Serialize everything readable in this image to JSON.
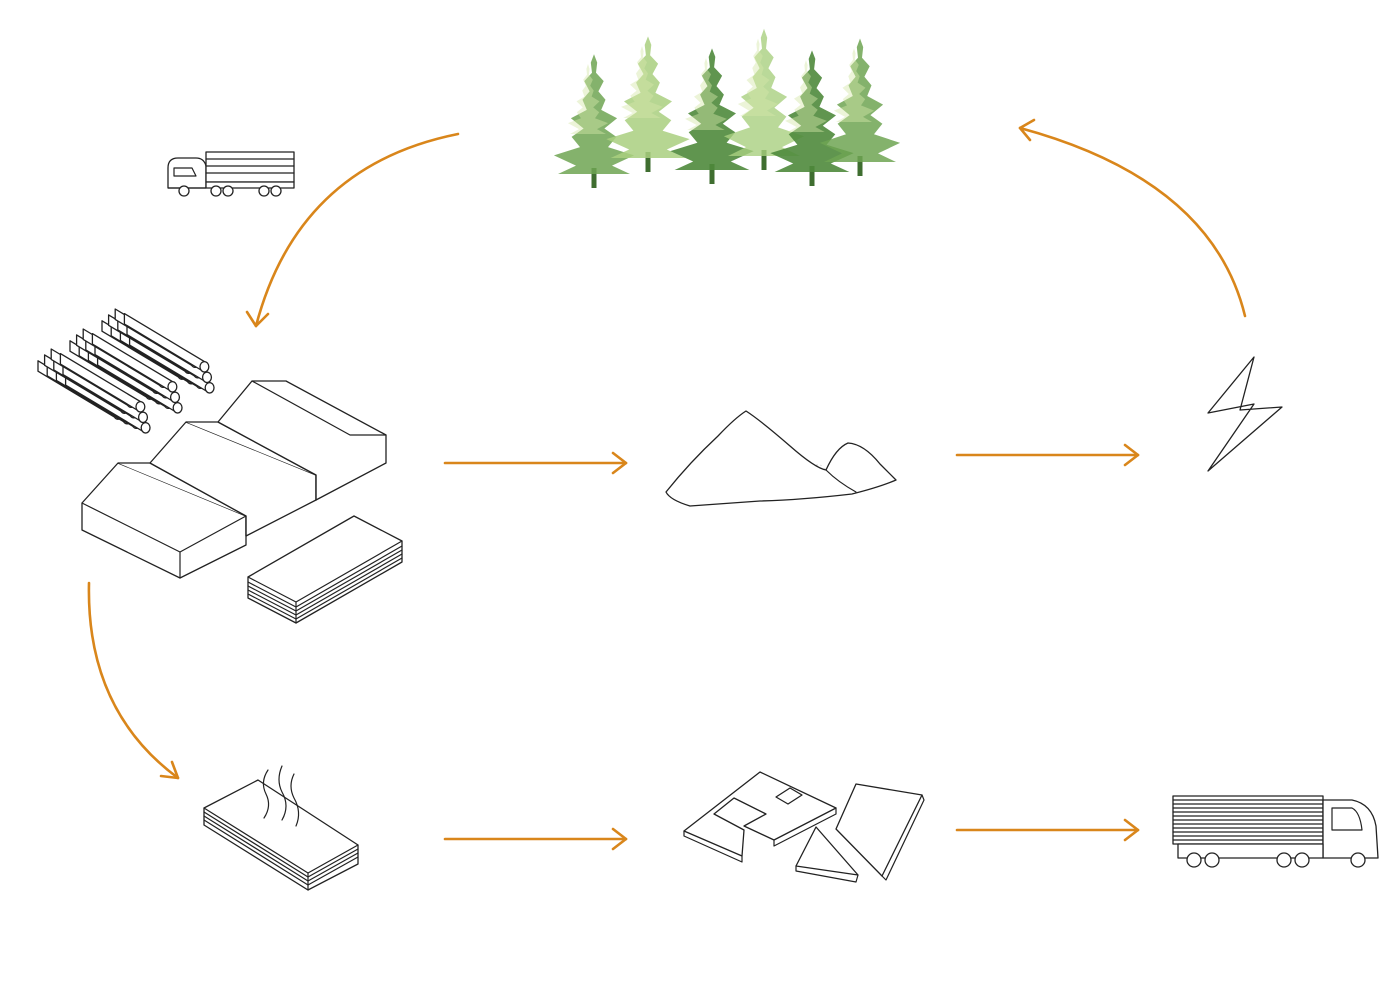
{
  "colors": {
    "arrow": "#d9861b",
    "ink": "#222222",
    "background": "#ffffff",
    "tree_dark": "#4f8a3c",
    "tree_mid": "#6fa552",
    "tree_light": "#a9cf7f",
    "tree_pale": "#d4e6a8"
  },
  "nodes": [
    {
      "id": "forest",
      "icon": "forest-icon"
    },
    {
      "id": "log-transport",
      "icon": "log-truck-icon"
    },
    {
      "id": "sawmill",
      "icon": "sawmill-with-logs-icon"
    },
    {
      "id": "sawdust",
      "icon": "sawdust-pile-icon"
    },
    {
      "id": "energy",
      "icon": "lightning-bolt-icon"
    },
    {
      "id": "drying",
      "icon": "drying-boards-icon"
    },
    {
      "id": "cut-panels",
      "icon": "cut-panels-icon"
    },
    {
      "id": "delivery",
      "icon": "delivery-truck-icon"
    }
  ],
  "flows": [
    {
      "from": "forest",
      "to": "sawmill"
    },
    {
      "from": "sawmill",
      "to": "sawdust"
    },
    {
      "from": "sawdust",
      "to": "energy"
    },
    {
      "from": "energy",
      "to": "forest"
    },
    {
      "from": "sawmill",
      "to": "drying"
    },
    {
      "from": "drying",
      "to": "cut-panels"
    },
    {
      "from": "cut-panels",
      "to": "delivery"
    }
  ]
}
